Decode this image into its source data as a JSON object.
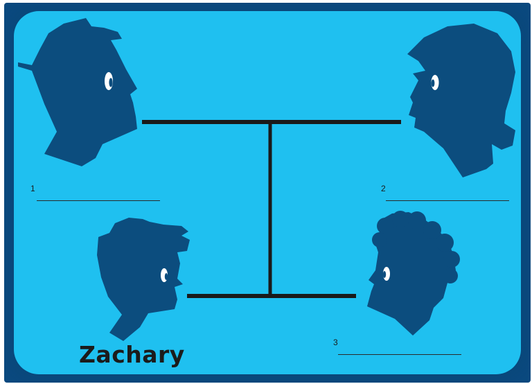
{
  "name_label": "Zachary",
  "blanks": [
    {
      "number": "1",
      "value": ""
    },
    {
      "number": "2",
      "value": ""
    },
    {
      "number": "3",
      "value": ""
    }
  ],
  "colors": {
    "frame": "#0b4a80",
    "background": "#1fc0f0",
    "silhouette": "#0c4d7e",
    "connector": "#1a1a1a"
  },
  "icons": [
    "male-head-silhouette",
    "female-head-silhouette",
    "boy-head-silhouette",
    "curly-hair-head-silhouette"
  ]
}
